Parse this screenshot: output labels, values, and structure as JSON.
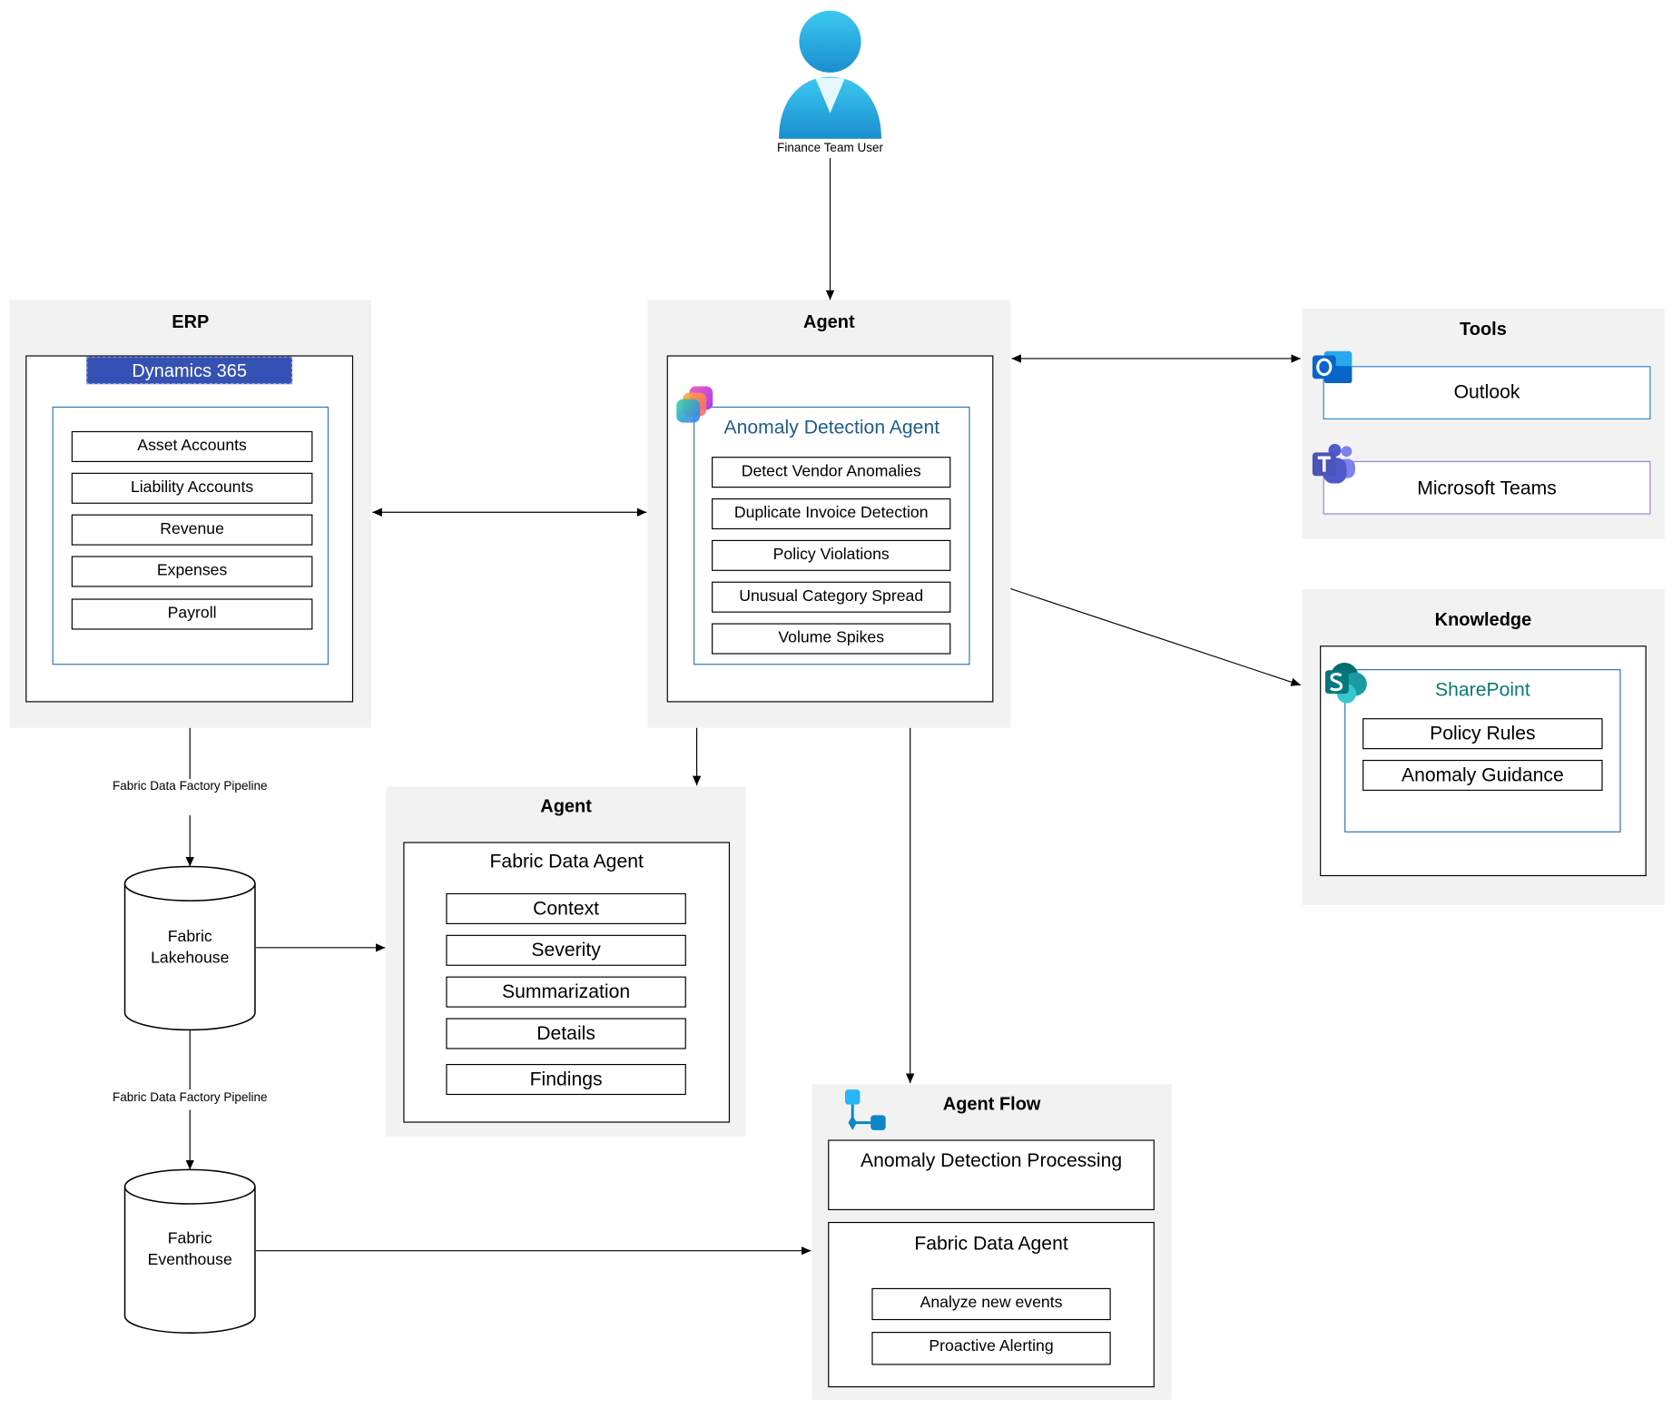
{
  "user": {
    "label": "Finance Team User",
    "icon": "person-icon"
  },
  "erp": {
    "title": "ERP",
    "dynamics_label": "Dynamics 365",
    "items": [
      "Asset Accounts",
      "Liability Accounts",
      "Revenue",
      "Expenses",
      "Payroll"
    ]
  },
  "agent_main": {
    "title": "Agent",
    "agent_name": "Anomaly Detection Agent",
    "items": [
      "Detect Vendor Anomalies",
      "Duplicate Invoice Detection",
      "Policy Violations",
      "Unusual Category Spread",
      "Volume Spikes"
    ]
  },
  "tools": {
    "title": "Tools",
    "outlook_label": "Outlook",
    "teams_label": "Microsoft Teams"
  },
  "knowledge": {
    "title": "Knowledge",
    "sharepoint_label": "SharePoint",
    "items": [
      "Policy Rules",
      "Anomaly Guidance"
    ]
  },
  "pipelines": {
    "top_label": "Fabric Data Factory Pipeline",
    "bottom_label": "Fabric Data Factory Pipeline"
  },
  "lakehouse": {
    "line1": "Fabric",
    "line2": "Lakehouse"
  },
  "eventhouse": {
    "line1": "Fabric",
    "line2": "Eventhouse"
  },
  "agent_secondary": {
    "title": "Agent",
    "subtitle": "Fabric Data Agent",
    "items": [
      "Context",
      "Severity",
      "Summarization",
      "Details",
      "Findings"
    ]
  },
  "agent_flow": {
    "title": "Agent Flow",
    "processing_label": "Anomaly Detection Processing",
    "fabric_agent_label": "Fabric Data Agent",
    "items": [
      "Analyze new events",
      "Proactive Alerting"
    ]
  },
  "colors": {
    "panel_bg": "#f2f2f2",
    "dynamics_bg": "#3651b4",
    "accent_blue": "#2e75b6",
    "agent_name_color": "#1f5c8b",
    "sharepoint_color": "#0b7a75",
    "teams_purple": "#7b68c8",
    "outlook_blue": "#0a64c9"
  }
}
